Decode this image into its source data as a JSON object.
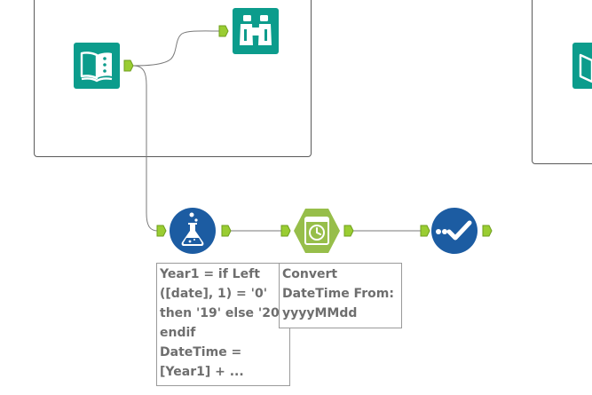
{
  "canvas": {
    "background": "#ffffff",
    "container_border": "#5a5a5a",
    "wire_color": "#7a7a7a",
    "anchor_color": "#9acd32"
  },
  "tools": [
    {
      "name": "input-data-tool",
      "icon": "book-icon",
      "color": "#0c9c8c"
    },
    {
      "name": "browse-tool",
      "icon": "binoculars-icon",
      "color": "#0c9c8c"
    },
    {
      "name": "formula-tool",
      "icon": "flask-icon",
      "color": "#1c5ca2"
    },
    {
      "name": "datetime-tool",
      "icon": "clock-icon",
      "color": "#97be4a"
    },
    {
      "name": "select-tool",
      "icon": "checkmark-icon",
      "color": "#1c5ca2"
    },
    {
      "name": "input-data-tool-partial",
      "icon": "book-icon",
      "color": "#0c9c8c"
    }
  ],
  "annotations": {
    "formula": "Year1 = if Left\n([date], 1) = '0'\nthen '19' else '20'\nendif\nDateTime =\n[Year1] + ...",
    "datetime": "Convert\nDateTime From:\nyyyyMMdd"
  }
}
